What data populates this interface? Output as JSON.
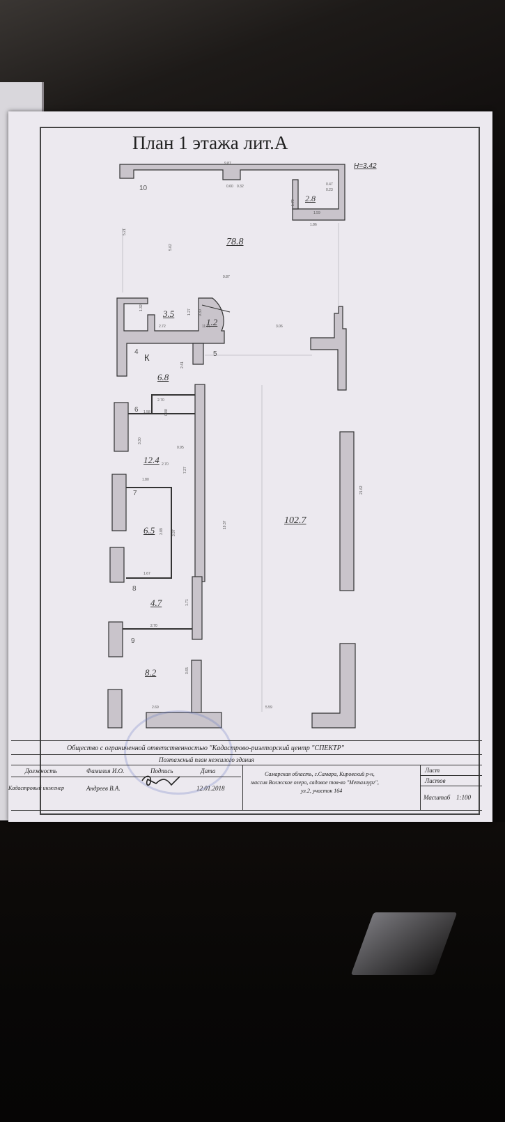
{
  "document": {
    "title": "План 1 этажа  лит.А",
    "height_mark": "H=3.42"
  },
  "rooms": {
    "r10": {
      "number": "10",
      "area": "78.8"
    },
    "r_small_tr": {
      "area": "2.8"
    },
    "r_k1": {
      "area": "3.5"
    },
    "r_k2": {
      "area": "1.2"
    },
    "r4": {
      "number": "4",
      "letter": "К"
    },
    "r5": {
      "number": "5"
    },
    "r_68": {
      "area": "6.8"
    },
    "r6": {
      "number": "6"
    },
    "r_124": {
      "area": "12.4"
    },
    "r7": {
      "number": "7",
      "area": "6.5"
    },
    "r8": {
      "number": "8",
      "area": "4.7"
    },
    "r9": {
      "number": "9",
      "area": "8.2"
    },
    "r_main": {
      "area": "102.7"
    }
  },
  "dimensions": {
    "top": "9.87",
    "niche": "0.60",
    "niche2": "0.32",
    "tr_w": "1.59",
    "tr_w2": "1.86",
    "tr_h": "1.79",
    "tr_side": "0.47",
    "tr_side2": "0.23",
    "left_outer": "5.21",
    "left_inner": "5.02",
    "mid": "9.87",
    "k_w": "2.72",
    "k_h": "1.27",
    "k_h2": "1.32",
    "k2_w": "11.91",
    "k2_h": "0.30",
    "gap": "3.06",
    "c_h": "2.41",
    "w_270a": "2.70",
    "w_158": "1.58",
    "w_088": "0.88",
    "h_330": "3.30",
    "h_095": "0.95",
    "w_270b": "2.70",
    "w_180": "1.80",
    "h_727": "7.27",
    "h_1837": "18.37",
    "h_389": "3.89",
    "h_397": "3.97",
    "w_167": "1.67",
    "h_171": "1.71",
    "w_270c": "2.70",
    "h_365": "3.65",
    "w_269": "2.69",
    "w_559": "5.59",
    "h_2162": "21.62"
  },
  "title_block": {
    "organization": "Общество с ограниченной ответственностью \"Кадастрово-риэлторский центр \"СПЕКТР\"",
    "plan_type": "Поэтажный план нежилого здания",
    "col_position": "Должность",
    "col_name": "Фамилия И.О.",
    "col_signature": "Подпись",
    "col_date": "Дата",
    "position": "Кадастровый инженер",
    "name": "Андреев В.А.",
    "date": "12.01.2018",
    "address_line1": "Самарская область, г.Самара, Кировский р-н,",
    "address_line2": "массив Волжское озеро, садовое тов-во \"Металлург\",",
    "address_line3": "ул.2, участок 164",
    "sheet_label": "Лист",
    "sheets_label": "Листов",
    "scale_label": "Масштаб",
    "scale_value": "1:100"
  },
  "colors": {
    "paper": "#ece9ef",
    "wall_fill": "#c9c4cb",
    "ink": "#333333"
  }
}
